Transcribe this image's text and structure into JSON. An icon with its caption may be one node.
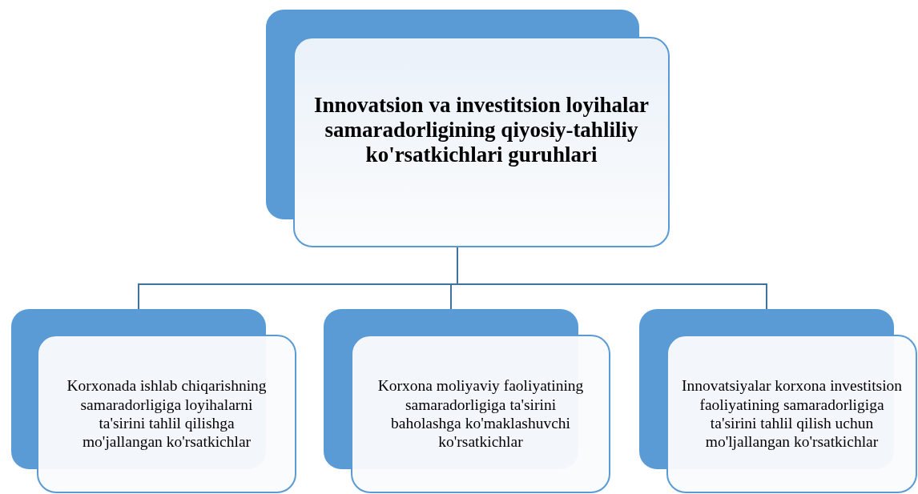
{
  "diagram": {
    "nodes": [
      {
        "text": [
          "Innovatsion va investitsion loyihalar samaradorligining qiyosiy-tahliliy ko'rsatkichlari guruhlari"
        ]
      },
      {
        "text": [
          "Korxonada ishlab chiqarishning samaradorligiga loyihalarni ta'sirini tahlil qilishga mo'jallangan ko'rsatkichlar"
        ]
      },
      {
        "text": [
          "Korxona moliyaviy faoliyatining samaradorligiga ta'sirini baholashga ko'maklashuvchi ko'rsatkichlar"
        ]
      },
      {
        "text": [
          "Innovatsiyalar korxona investitsion faoliyatining samaradorligiga ta'sirini tahlil qilish uchun mo'ljallangan ko'rsatkichlar"
        ]
      }
    ],
    "edges": [
      {
        "from": 0,
        "to": 1,
        "arrow": "none"
      },
      {
        "from": 0,
        "to": 2,
        "arrow": "none"
      },
      {
        "from": 0,
        "to": 3,
        "arrow": "none"
      }
    ]
  }
}
